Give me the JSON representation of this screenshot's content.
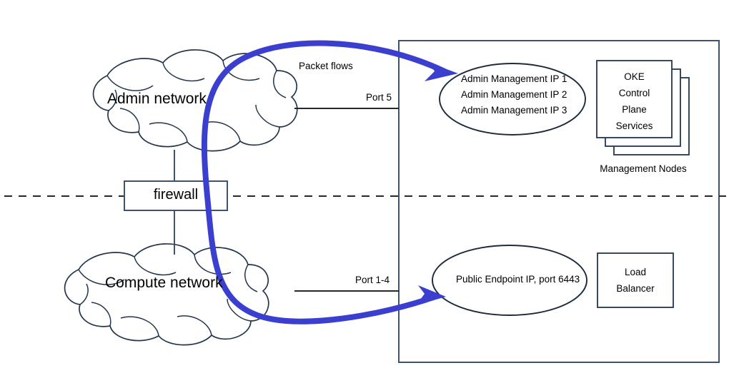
{
  "diagram": {
    "title": "OKE packet flow diagram",
    "colors": {
      "stroke": "#3f536e",
      "ink": "#1c2b3a",
      "arrow": "#3b3fcf",
      "text": "#000000",
      "background": "#ffffff"
    },
    "clouds": [
      {
        "id": "admin-network",
        "label": "Admin network"
      },
      {
        "id": "compute-network",
        "label": "Compute network"
      }
    ],
    "firewall": {
      "label": "firewall"
    },
    "link_labels": {
      "packet_flows": "Packet flows",
      "port_admin": "Port 5",
      "port_compute": "Port 1-4"
    },
    "admin_ellipse": {
      "lines": [
        "Admin Management IP 1",
        "Admin Management IP 2",
        "Admin Management IP 3"
      ]
    },
    "public_ellipse": {
      "label": "Public Endpoint IP, port 6443"
    },
    "control_plane_box": {
      "lines": [
        "OKE",
        "Control",
        "Plane",
        "Services"
      ],
      "caption": "Management Nodes"
    },
    "load_balancer_box": {
      "lines": [
        "Load",
        "Balancer"
      ]
    }
  }
}
